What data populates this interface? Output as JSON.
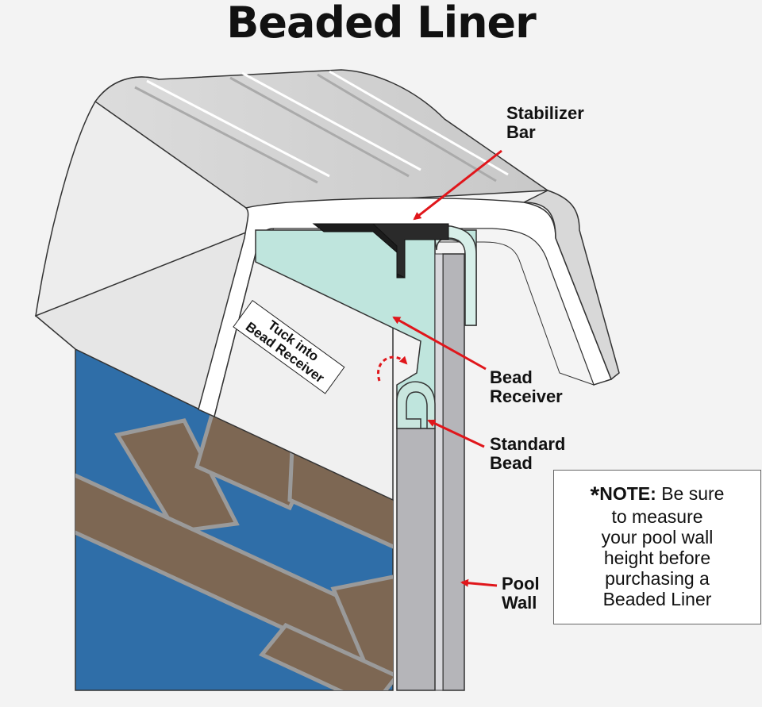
{
  "title": "Beaded Liner",
  "labels": {
    "stabilizer_bar": [
      "Stabilizer",
      "Bar"
    ],
    "bead_receiver": [
      "Bead",
      "Receiver"
    ],
    "standard_bead": [
      "Standard",
      "Bead"
    ],
    "pool_wall": [
      "Pool",
      "Wall"
    ]
  },
  "tuck": [
    "Tuck into",
    "Bead Receiver"
  ],
  "note": {
    "star": "*",
    "heading": "NOTE:",
    "lines": [
      "Be sure",
      "to measure",
      "your pool wall",
      "height before",
      "purchasing a",
      "Beaded Liner"
    ]
  },
  "colors": {
    "liner_blue": "#2f6ea8",
    "pattern_brown": "#7d6753",
    "pattern_border": "#9a9a9a",
    "cap_white": "#ffffff",
    "receiver_mint": "#bfe5dd",
    "bar_black": "#1c1c1c",
    "wall_gray": "#b5b5b9",
    "arrow_red": "#e0161b"
  }
}
